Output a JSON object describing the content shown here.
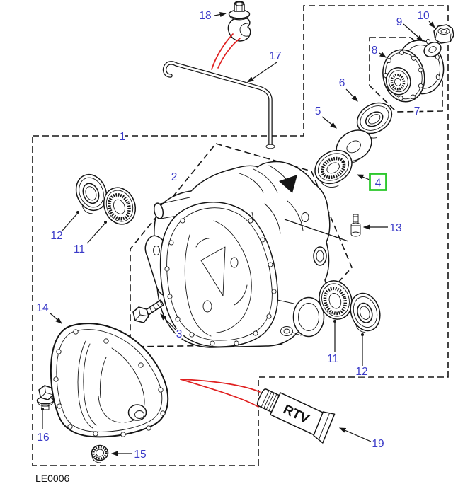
{
  "diagram": {
    "drawing_code": "LE0006",
    "tube_text": "RTV",
    "colors": {
      "label_blue": "#3a3ac8",
      "highlight_green": "#2ec82e",
      "line_black": "#151515",
      "annotation_red": "#e02020",
      "background": "#ffffff"
    },
    "callouts": {
      "c18": "18",
      "c17": "17",
      "c10": "10",
      "c9": "9",
      "c8": "8",
      "c6": "6",
      "c5": "5",
      "c7": "7",
      "c4": "4",
      "c1": "1",
      "c2": "2",
      "c12_left": "12",
      "c11_left": "11",
      "c13": "13",
      "c14": "14",
      "c3": "3",
      "c11_right": "11",
      "c12_right": "12",
      "c16": "16",
      "c15": "15",
      "c19": "19"
    }
  }
}
